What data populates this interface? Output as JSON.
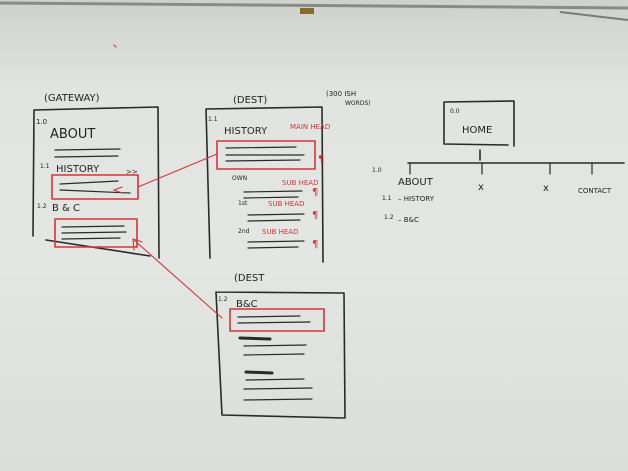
{
  "gateway": {
    "title": "(GATEWAY)",
    "num_about": "1.0",
    "about": "ABOUT",
    "num_history": "1.1",
    "history": "HISTORY",
    "history_arrow": ">>",
    "num_bc": "1.2",
    "bc": "B & C"
  },
  "dest_history": {
    "title": "(DEST)",
    "note": "(300 ISH",
    "note2": "WORDS)",
    "num": "1.1",
    "heading": "HISTORY",
    "main_head": "MAIN HEAD",
    "para_mark": "¶",
    "own": "OWN",
    "sub_head_1": "SUB HEAD",
    "first": "1st",
    "sub_head_2": "SUB HEAD",
    "second": "2nd",
    "sub_head_3": "SUB HEAD"
  },
  "dest_bc": {
    "title": "(DEST",
    "num": "1.2",
    "heading": "B&C"
  },
  "sitemap": {
    "home_num": "0.0",
    "home": "HOME",
    "about_num": "1.0",
    "about": "ABOUT",
    "x1": "x",
    "x2": "x",
    "contact": "CONTACT",
    "history_num": "1.1",
    "history": "– HISTORY",
    "bc_num": "1.2",
    "bc": "– B&C"
  }
}
